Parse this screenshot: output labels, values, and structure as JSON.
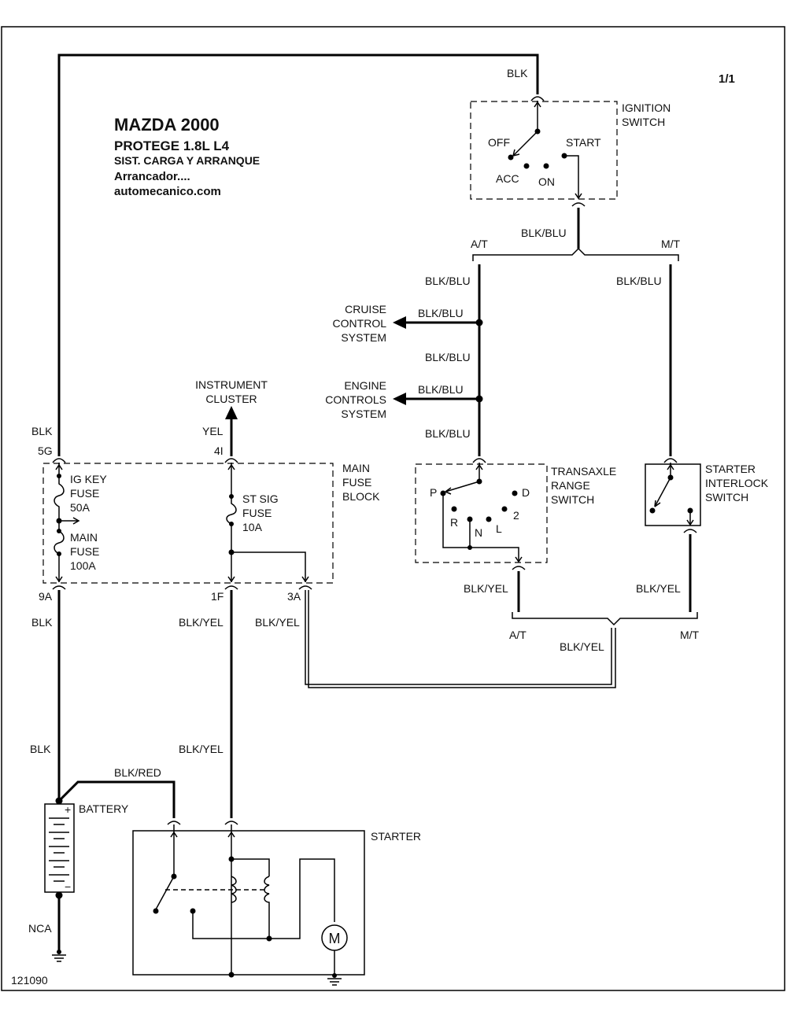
{
  "page": "1/1",
  "title": {
    "line1": "MAZDA 2000",
    "line2": "PROTEGE  1.8L  L4",
    "line3": "SIST. CARGA Y ARRANQUE",
    "line4": "Arrancador....",
    "line5": "automecanico.com"
  },
  "diagram_id": "121090",
  "components": {
    "ignition_switch": {
      "name_l1": "IGNITION",
      "name_l2": "SWITCH",
      "off": "OFF",
      "start": "START",
      "acc": "ACC",
      "on": "ON"
    },
    "main_fuse_block": {
      "name_l1": "MAIN",
      "name_l2": "FUSE",
      "name_l3": "BLOCK"
    },
    "ig_key_fuse": {
      "l1": "IG KEY",
      "l2": "FUSE",
      "l3": "50A"
    },
    "main_fuse": {
      "l1": "MAIN",
      "l2": "FUSE",
      "l3": "100A"
    },
    "st_sig_fuse": {
      "l1": "ST SIG",
      "l2": "FUSE",
      "l3": "10A"
    },
    "instrument_cluster": {
      "l1": "INSTRUMENT",
      "l2": "CLUSTER"
    },
    "cruise_control": {
      "l1": "CRUISE",
      "l2": "CONTROL",
      "l3": "SYSTEM"
    },
    "engine_controls": {
      "l1": "ENGINE",
      "l2": "CONTROLS",
      "l3": "SYSTEM"
    },
    "transaxle_range_switch": {
      "l1": "TRANSAXLE",
      "l2": "RANGE",
      "l3": "SWITCH",
      "p": "P",
      "r": "R",
      "n": "N",
      "l": "L",
      "d": "D",
      "two": "2"
    },
    "starter_interlock_switch": {
      "l1": "STARTER",
      "l2": "INTERLOCK",
      "l3": "SWITCH"
    },
    "battery": {
      "name": "BATTERY",
      "plus": "+",
      "minus": "−"
    },
    "starter": {
      "name": "STARTER",
      "motor": "M"
    },
    "ground": {
      "nca": "NCA"
    }
  },
  "wires": {
    "blk_top": "BLK",
    "blk_blu_ign": "BLK/BLU",
    "at_top": "A/T",
    "mt_top": "M/T",
    "blk_blu_at1": "BLK/BLU",
    "blk_blu_mt": "BLK/BLU",
    "blk_blu_cruise": "BLK/BLU",
    "blk_blu_at2": "BLK/BLU",
    "blk_blu_engine": "BLK/BLU",
    "blk_blu_at3": "BLK/BLU",
    "blk_5g": "BLK",
    "pin_5g": "5G",
    "yel_4i": "YEL",
    "pin_4i": "4I",
    "pin_9a": "9A",
    "pin_1f": "1F",
    "pin_3a": "3A",
    "blk_9a": "BLK",
    "blk_yel_1f": "BLK/YEL",
    "blk_yel_3a": "BLK/YEL",
    "blk_yel_trs": "BLK/YEL",
    "blk_yel_sis": "BLK/YEL",
    "at_bottom": "A/T",
    "mt_bottom": "M/T",
    "blk_yel_join": "BLK/YEL",
    "blk_lower": "BLK",
    "blk_yel_lower": "BLK/YEL",
    "blk_red": "BLK/RED"
  }
}
